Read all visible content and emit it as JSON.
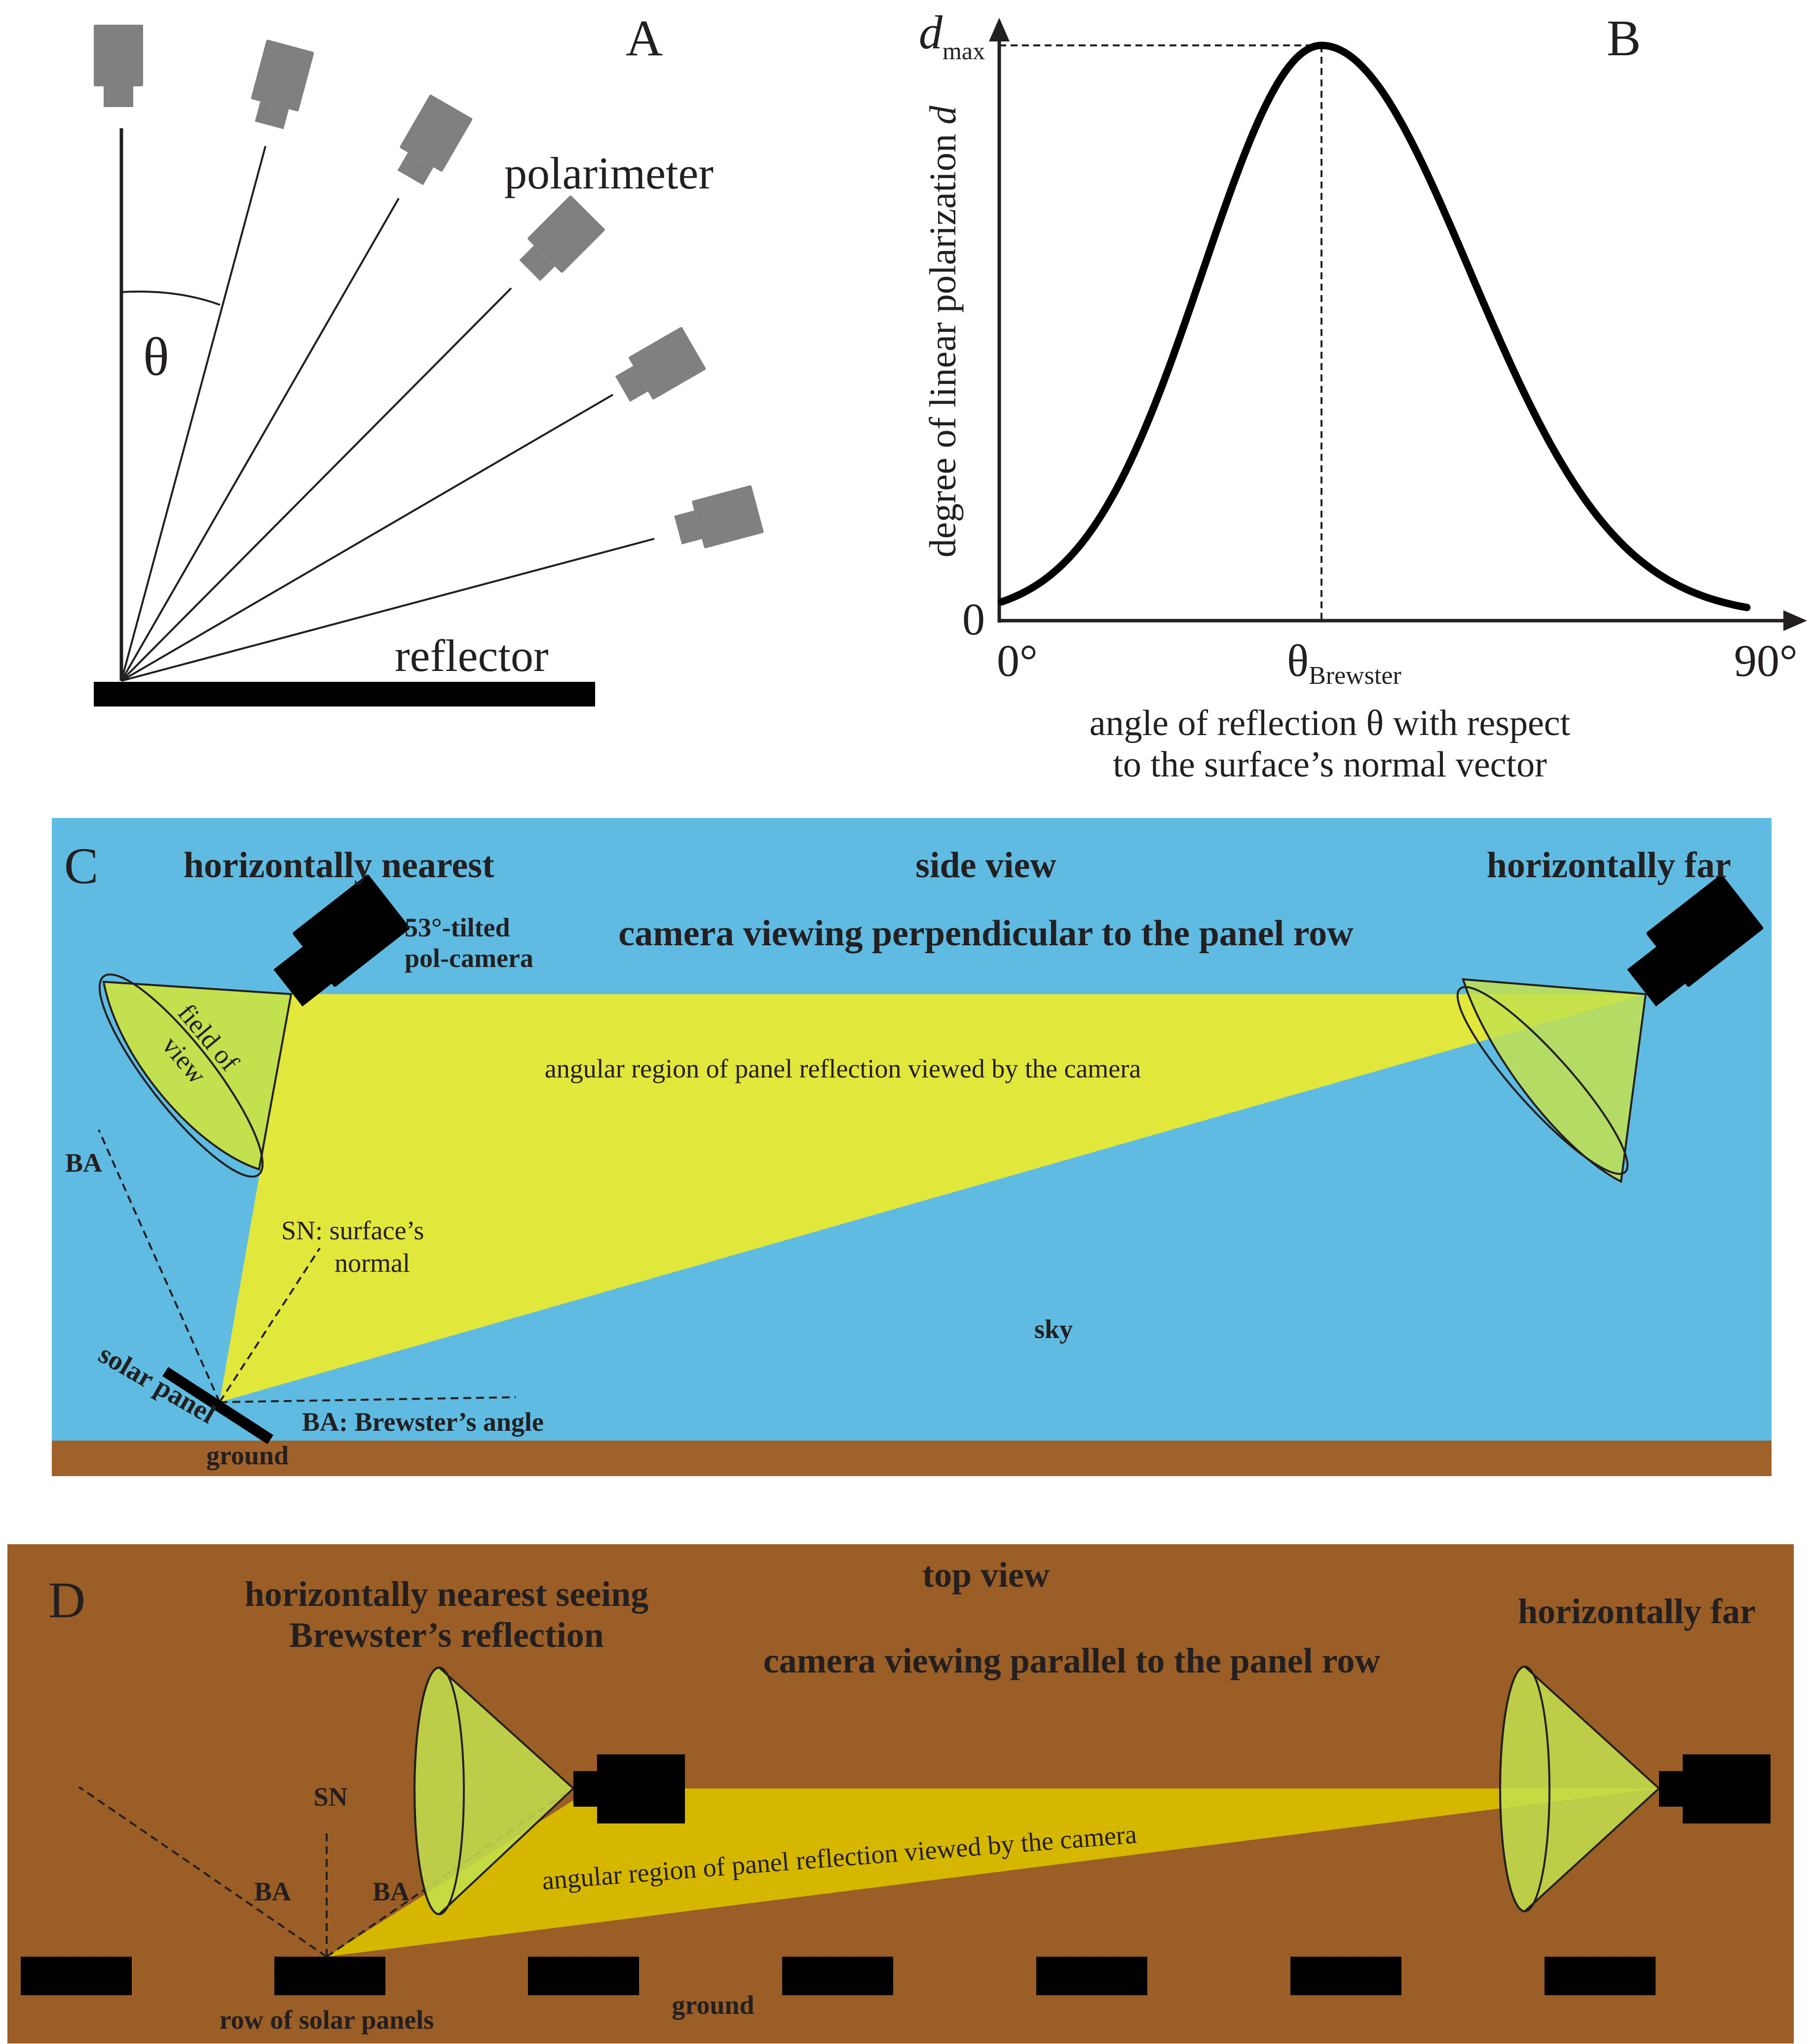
{
  "panel_a": {
    "letter": "A",
    "theta": "θ",
    "polarimeter": "polarimeter",
    "reflector": "reflector"
  },
  "panel_b": {
    "letter": "B",
    "d_max_italic": "d",
    "d_max_sub": "max",
    "ylabel_main": "degree of linear polarization ",
    "ylabel_italic": "d",
    "zero": "0",
    "x_start": "0°",
    "x_end": "90°",
    "theta_brewster_main": "θ",
    "theta_brewster_sub": "Brewster",
    "xlabel_line1": "angle of reflection θ with respect",
    "xlabel_line2": "to the surface’s normal vector"
  },
  "panel_c": {
    "letter": "C",
    "near_title": "horizontally nearest",
    "center_title": "side view",
    "far_title": "horizontally far",
    "subtitle": "camera viewing perpendicular to the panel row",
    "camera_label_1": "53°-tilted",
    "camera_label_2": "pol-camera",
    "fov_1": "field of",
    "fov_2": "view",
    "region": "angular region of panel reflection viewed by the camera",
    "ba": "BA",
    "sn_1": "SN: surface’s",
    "sn_2": "normal",
    "sky": "sky",
    "solar_panel": "solar panel",
    "ba_legend": "BA: Brewster’s angle",
    "ground": "ground",
    "colors": {
      "sky": "#5fbbe1",
      "ground": "#a0622a",
      "region": "#e2e73c",
      "cone": "#c3e04e"
    }
  },
  "panel_d": {
    "letter": "D",
    "near_title_1": "horizontally nearest seeing",
    "near_title_2": "Brewster’s reflection",
    "center_title": "top view",
    "far_title": "horizontally far",
    "subtitle": "camera viewing parallel to the panel row",
    "sn": "SN",
    "ba_left": "BA",
    "ba_right": "BA",
    "region": "angular region of panel reflection viewed by the camera",
    "row_label": "row of solar panels",
    "ground": "ground",
    "colors": {
      "background": "#9a5e26",
      "region": "#d5b700",
      "cone": "#c3e04e"
    }
  }
}
